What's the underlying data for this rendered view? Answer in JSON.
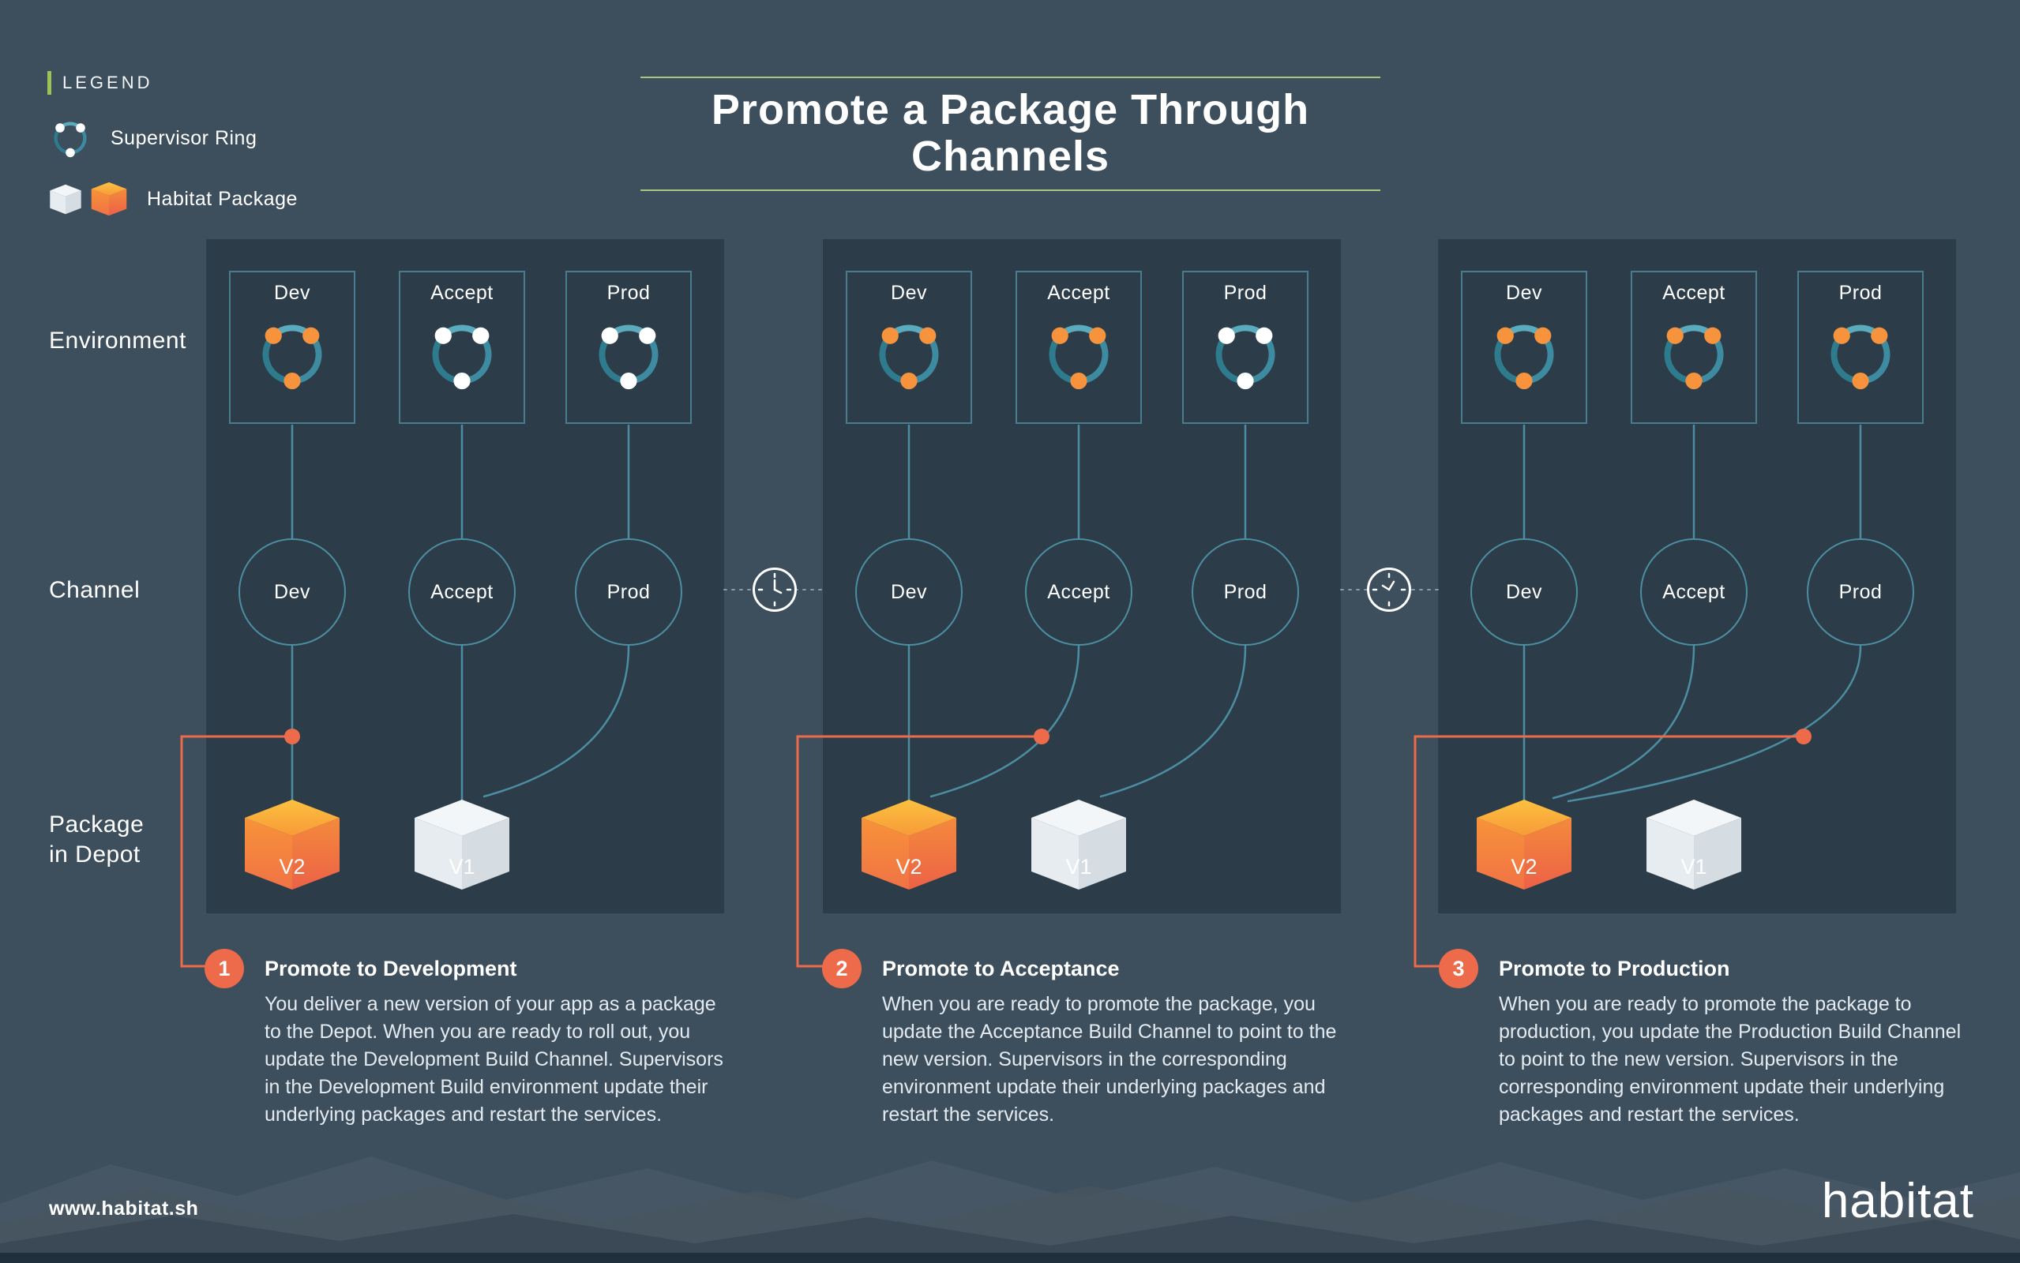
{
  "colors": {
    "page_bg": "#3d4e5c",
    "panel_bg": "#2c3c48",
    "line_teal": "#4c8ea1",
    "accent_orange": "#ed6b4a",
    "dot_orange": "#f6933c",
    "dot_white": "#ffffff",
    "accent_green": "#a6c77d",
    "legend_bar_green": "#9cc356"
  },
  "header": {
    "title": "Promote a Package Through Channels"
  },
  "legend": {
    "title": "LEGEND",
    "items": [
      {
        "label": "Supervisor Ring"
      },
      {
        "label": "Habitat Package"
      }
    ]
  },
  "row_labels": {
    "environment": "Environment",
    "channel": "Channel",
    "package_line1": "Package",
    "package_line2": "in Depot"
  },
  "panels": [
    {
      "environments": [
        {
          "label": "Dev",
          "dots": [
            "orange",
            "orange",
            "orange"
          ]
        },
        {
          "label": "Accept",
          "dots": [
            "white",
            "white",
            "white"
          ]
        },
        {
          "label": "Prod",
          "dots": [
            "white",
            "white",
            "white"
          ]
        }
      ],
      "channels": [
        "Dev",
        "Accept",
        "Prod"
      ],
      "packages": [
        {
          "label": "V2",
          "variant": "orange"
        },
        {
          "label": "V1",
          "variant": "white"
        }
      ],
      "step": {
        "number": "1",
        "title": "Promote to Development",
        "body": "You deliver a new version of your app as a package to the Depot. When you are ready to roll out, you update the Development Build Channel. Supervisors in the Development Build environment update their underlying packages and restart the services."
      }
    },
    {
      "environments": [
        {
          "label": "Dev",
          "dots": [
            "orange",
            "orange",
            "orange"
          ]
        },
        {
          "label": "Accept",
          "dots": [
            "orange",
            "orange",
            "orange"
          ]
        },
        {
          "label": "Prod",
          "dots": [
            "white",
            "white",
            "white"
          ]
        }
      ],
      "channels": [
        "Dev",
        "Accept",
        "Prod"
      ],
      "packages": [
        {
          "label": "V2",
          "variant": "orange"
        },
        {
          "label": "V1",
          "variant": "white"
        }
      ],
      "step": {
        "number": "2",
        "title": "Promote to Acceptance",
        "body": "When you are ready to promote the package, you update the Acceptance Build Channel to point to the new version. Supervisors in the corresponding environment update their underlying packages and restart the services."
      }
    },
    {
      "environments": [
        {
          "label": "Dev",
          "dots": [
            "orange",
            "orange",
            "orange"
          ]
        },
        {
          "label": "Accept",
          "dots": [
            "orange",
            "orange",
            "orange"
          ]
        },
        {
          "label": "Prod",
          "dots": [
            "orange",
            "orange",
            "orange"
          ]
        }
      ],
      "channels": [
        "Dev",
        "Accept",
        "Prod"
      ],
      "packages": [
        {
          "label": "V2",
          "variant": "orange"
        },
        {
          "label": "V1",
          "variant": "white"
        }
      ],
      "step": {
        "number": "3",
        "title": "Promote to Production",
        "body": "When you are ready to promote the package to production, you update the Production Build Channel to point to the new version. Supervisors in the corresponding environment update their underlying packages and restart the services."
      }
    }
  ],
  "footer": {
    "url": "www.habitat.sh",
    "brand": "habitat"
  }
}
